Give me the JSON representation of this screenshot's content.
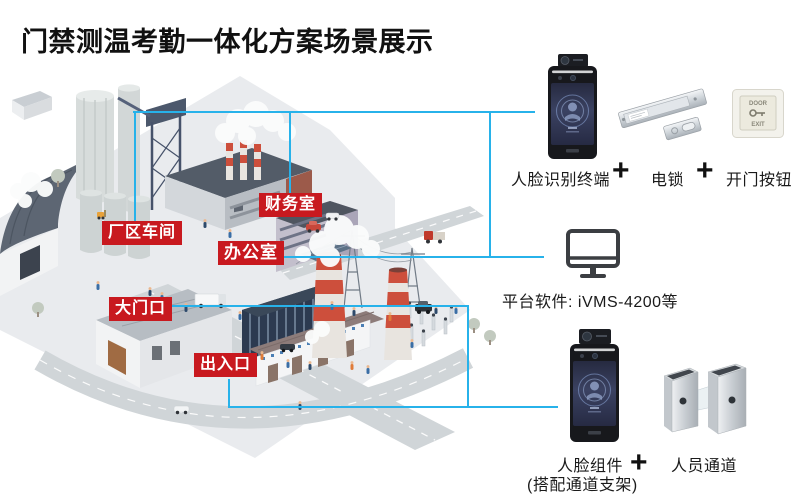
{
  "title": "门禁测温考勤一体化方案场景展示",
  "colors": {
    "label_red": "#c8191f",
    "line_cyan": "#27b2ea"
  },
  "map_labels": {
    "workshop": "厂区车间",
    "finance": "财务室",
    "office": "办公室",
    "main_gate": "大门口",
    "entrance": "出入口"
  },
  "access_group": {
    "terminal_label": "人脸识别终端",
    "plus1": "+",
    "lock_label": "电锁",
    "plus2": "+",
    "button_label": "开门按钮",
    "exit_button": {
      "line1": "DOOR",
      "line2": "EXIT"
    }
  },
  "platform_group": {
    "label": "平台软件: iVMS-4200等"
  },
  "channel_group": {
    "face_label": "人脸组件",
    "face_sublabel": "(搭配通道支架)",
    "plus": "+",
    "turnstile_label": "人员通道"
  }
}
